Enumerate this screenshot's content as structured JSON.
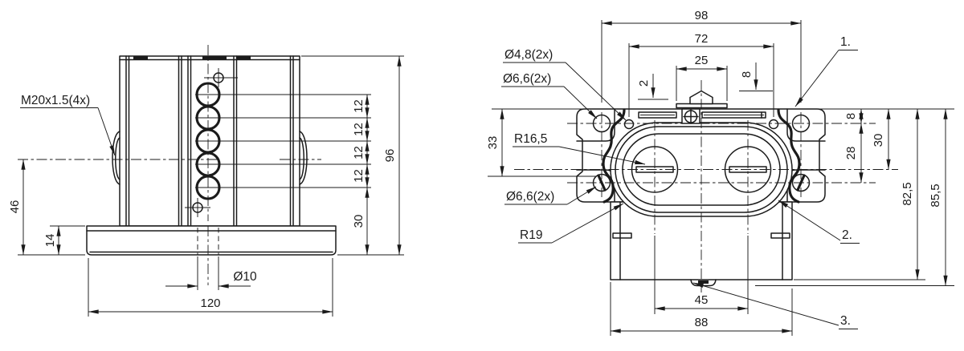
{
  "drawing": {
    "colors": {
      "line": "#1b1b1b",
      "background": "#ffffff"
    },
    "front": {
      "thread_label": "M20x1.5(4x)",
      "dim_boss_center": "46",
      "dim_base_lip": "14",
      "dim_terminal_pitch": "12",
      "dim_bottom_offset": "30",
      "dim_height": "96",
      "dim_hole_dia": "Ø10",
      "dim_width": "120"
    },
    "top": {
      "dim_hole_pitch_x": "98",
      "dim_small_hole_pitch": "72",
      "dim_cover": "25",
      "dim_vent": "2",
      "dim_pointer": "8",
      "label_d48": "Ø4,8(2x)",
      "label_d66_top": "Ø6,6(2x)",
      "label_d66_bottom": "Ø6,6(2x)",
      "label_r165": "R16,5",
      "label_r19": "R19",
      "dim_edge_to_center": "33",
      "dim_hole_top": "8",
      "dim_hole_pitch_y": "28",
      "dim_center_offset": "30",
      "dim_height_base": "82,5",
      "dim_height_total": "85,5",
      "dim_slot_pitch": "45",
      "dim_housing_width": "88",
      "callout_1": "1.",
      "callout_2": "2.",
      "callout_3": "3."
    }
  }
}
